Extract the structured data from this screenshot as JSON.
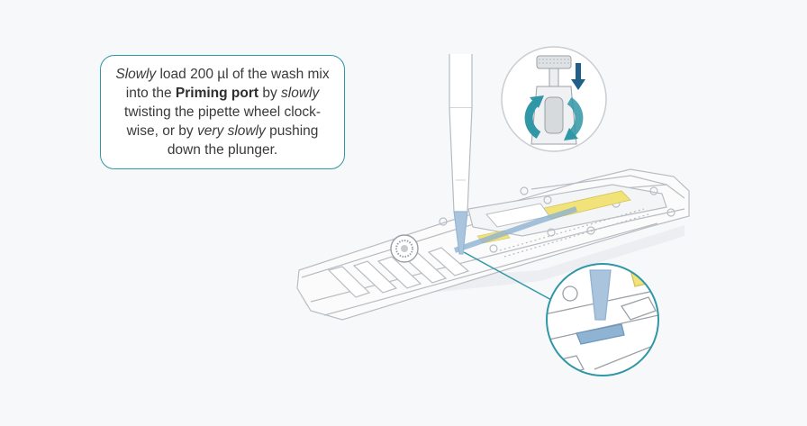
{
  "instruction": {
    "word1": "Slowly",
    "text1": " load 200 µl of the wash mix into the ",
    "bold1": "Priming port",
    "text2": " by ",
    "word2": "slowly",
    "text3": " twisting the pipette wheel clock-wise, or by ",
    "word3": "very slowly",
    "text4": " pushing down the plunger."
  },
  "colors": {
    "accent": "#2f97a6",
    "liquid": "#8fb3d2",
    "yellow": "#f2e27a",
    "arrow": "#1f5f8a"
  }
}
